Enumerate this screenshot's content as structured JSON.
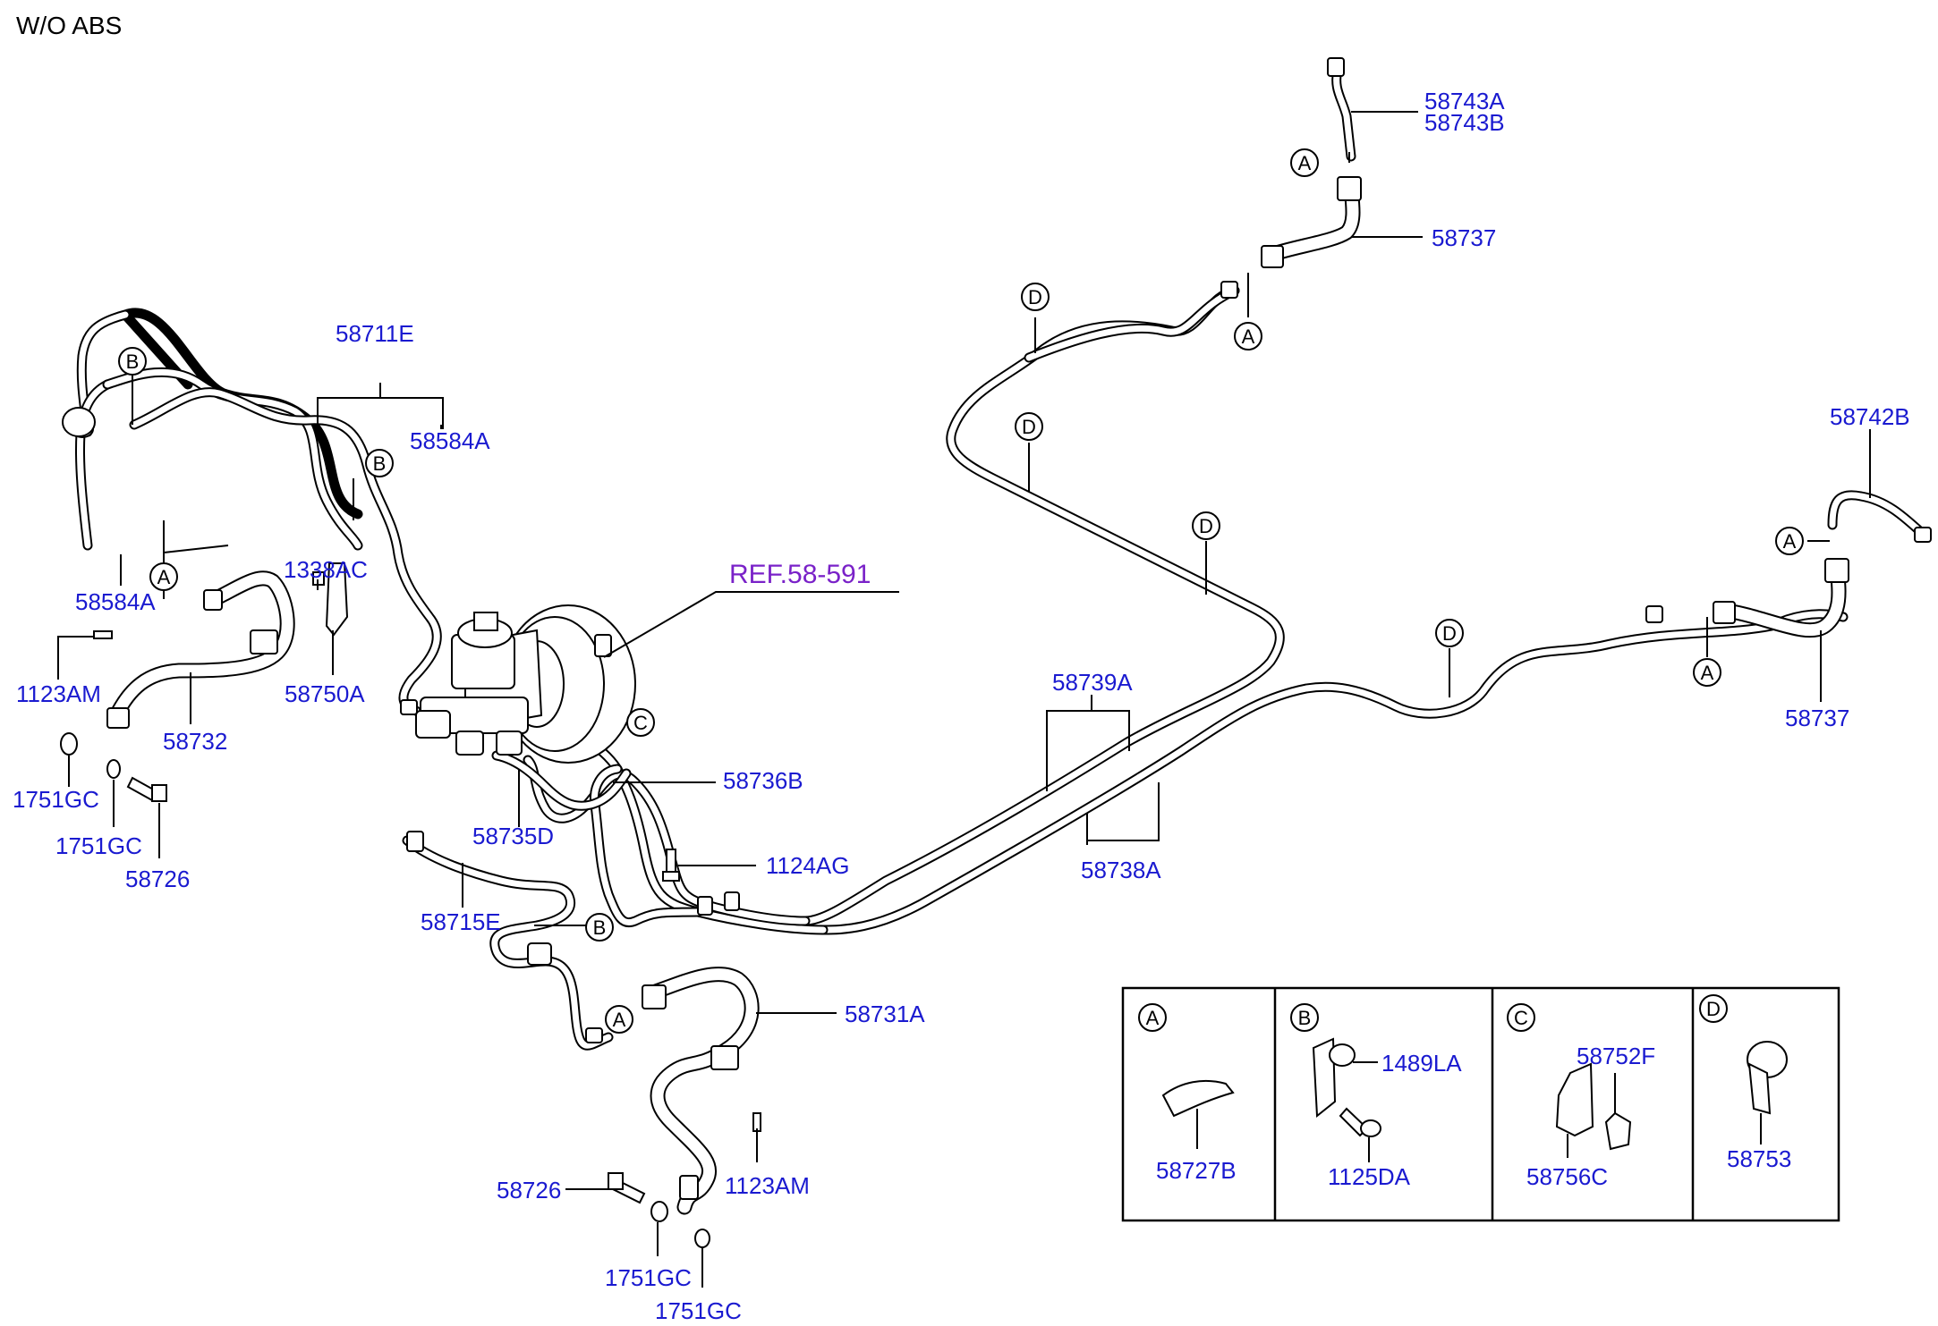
{
  "title": "W/O ABS",
  "reference": "REF.58-591",
  "callout_letters": {
    "a": "A",
    "b": "B",
    "c": "C",
    "d": "D"
  },
  "part_labels": {
    "p58711E": "58711E",
    "p58584A_top": "58584A",
    "p58584A_left": "58584A",
    "p1338AC": "1338AC",
    "p58750A": "58750A",
    "p1123AM_left": "1123AM",
    "p58732": "58732",
    "p1751GC_1": "1751GC",
    "p1751GC_2": "1751GC",
    "p58726_left": "58726",
    "p58736B": "58736B",
    "p58735D": "58735D",
    "p1124AG": "1124AG",
    "p58715E": "58715E",
    "p58731A": "58731A",
    "p58726_bottom": "58726",
    "p1123AM_bottom": "1123AM",
    "p1751GC_3": "1751GC",
    "p1751GC_4": "1751GC",
    "p58739A": "58739A",
    "p58738A": "58738A",
    "p58743A": "58743A",
    "p58743B": "58743B",
    "p58737_top": "58737",
    "p58742B": "58742B",
    "p58737_right": "58737",
    "p58727B": "58727B",
    "p1489LA": "1489LA",
    "p1125DA": "1125DA",
    "p58752F": "58752F",
    "p58756C": "58756C",
    "p58753": "58753"
  }
}
